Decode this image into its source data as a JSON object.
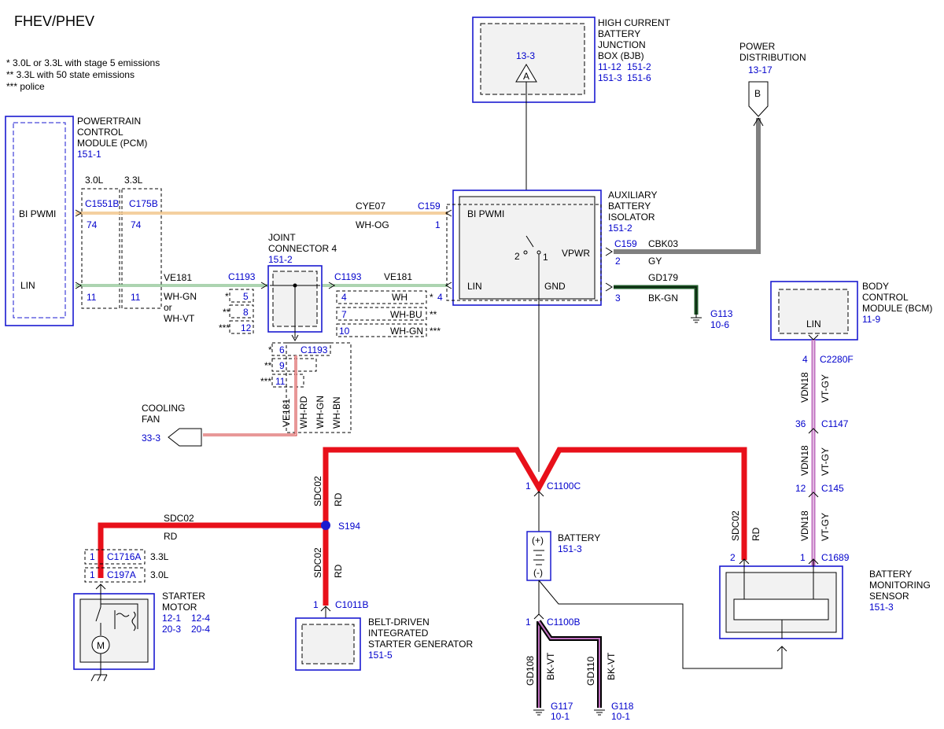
{
  "title": "FHEV/PHEV",
  "notes": [
    "*   3.0L or 3.3L with stage 5 emissions",
    "**  3.3L with 50 state emissions",
    "*** police"
  ],
  "pcm": {
    "name1": "POWERTRAIN",
    "name2": "CONTROL",
    "name3": "MODULE (PCM)",
    "ref": "151-1",
    "pin1": "BI PWMI",
    "pin2": "LIN",
    "engine_a": "3.0L",
    "engine_b": "3.3L",
    "conn_a": "C1551B",
    "conn_b": "C175B",
    "pin_a1": "74",
    "pin_b1": "74",
    "pin_a2": "11",
    "pin_b2": "11"
  },
  "bjb": {
    "name1": "HIGH CURRENT",
    "name2": "BATTERY",
    "name3": "JUNCTION",
    "name4": "BOX (BJB)",
    "ref1": "11-12",
    "ref2": "151-2",
    "ref3": "151-3",
    "ref4": "151-6",
    "tag": "A",
    "tag_ref": "13-3"
  },
  "power_dist": {
    "name1": "POWER",
    "name2": "DISTRIBUTION",
    "ref": "13-17",
    "tag": "B"
  },
  "abi": {
    "name1": "AUXILIARY",
    "name2": "BATTERY",
    "name3": "ISOLATOR",
    "ref": "151-2",
    "pin_bipwmi": "BI PWMI",
    "pin_lin": "LIN",
    "pin_vpwr": "VPWR",
    "pin_gnd": "GND",
    "sw2": "2",
    "sw1": "1"
  },
  "wires": {
    "cye07": "CYE07",
    "wh_og": "WH-OG",
    "c159": "C159",
    "c159_pin": "1",
    "ve181": "VE181",
    "wh_gn": "WH-GN",
    "or": "or",
    "wh_vt": "WH-VT",
    "c1193": "C1193",
    "c1193_pin4": "4",
    "jc_row1_pin": "4",
    "jc_row1_col": "WH",
    "jc_row1_mark": "*",
    "jc_row2_pin": "7",
    "jc_row2_col": "WH-BU",
    "jc_row2_mark": "**",
    "jc_row3_pin": "10",
    "jc_row3_col": "WH-GN",
    "jc_row3_mark": "***",
    "pl_row1_pin": "5",
    "pl_row1_mark": "*",
    "pl_row2_pin": "8",
    "pl_row2_mark": "**",
    "pl_row3_pin": "12",
    "pl_row3_mark": "***",
    "c159b": "C159",
    "cbk03": "CBK03",
    "gy": "GY",
    "c159b_pin": "2",
    "gd179": "GD179",
    "bk_gn": "BK-GN",
    "gd179_pin": "3",
    "g113": "G113",
    "g113_ref": "10-6",
    "fan_row1_pin": "6",
    "fan_row1_mark": "*",
    "fan_row2_pin": "9",
    "fan_row2_mark": "**",
    "fan_row3_pin": "11",
    "fan_row3_mark": "***",
    "fan_wire1": "VE181",
    "fan_wire2": "WH-RD",
    "fan_wire3": "WH-GN",
    "fan_wire4": "WH-BN",
    "sdc02": "SDC02",
    "rd": "RD",
    "s194": "S194",
    "c1100c": "C1100C",
    "c1100c_pin": "1",
    "c1011b": "C1011B",
    "c1011b_pin": "1",
    "c1716a": "C1716A",
    "c197a": "C197A",
    "c1716a_pin": "1",
    "c197a_pin": "1",
    "e33": "3.3L",
    "e30": "3.0L",
    "c1100b": "C1100B",
    "c1100b_pin": "1",
    "gd108": "GD108",
    "bk_vt": "BK-VT",
    "gd110": "GD110",
    "bk_vt2": "BK-VT",
    "g117": "G117",
    "g117_ref": "10-1",
    "g118": "G118",
    "g118_ref": "10-1",
    "vdn18": "VDN18",
    "vt_gy": "VT-GY",
    "c2280f": "C2280F",
    "c2280f_pin": "4",
    "c1147": "C1147",
    "c1147_pin": "36",
    "c145": "C145",
    "c145_pin": "12",
    "c1689": "C1689",
    "c1689_pin": "1",
    "bms_pin2": "2"
  },
  "joint": {
    "name1": "JOINT",
    "name2": "CONNECTOR 4",
    "ref": "151-2"
  },
  "fan": {
    "name1": "COOLING",
    "name2": "FAN",
    "ref": "33-3"
  },
  "bcm": {
    "name1": "BODY",
    "name2": "CONTROL",
    "name3": "MODULE (BCM)",
    "ref": "11-9",
    "pin": "LIN"
  },
  "battery": {
    "name": "BATTERY",
    "ref": "151-3",
    "plus": "(+)",
    "minus": "(-)"
  },
  "bms": {
    "name1": "BATTERY",
    "name2": "MONITORING",
    "name3": "SENSOR",
    "ref": "151-3"
  },
  "bisg": {
    "name1": "BELT-DRIVEN",
    "name2": "INTEGRATED",
    "name3": "STARTER GENERATOR",
    "ref": "151-5"
  },
  "starter": {
    "name1": "STARTER",
    "name2": "MOTOR",
    "ref1": "12-1",
    "ref2": "12-4",
    "ref3": "20-3",
    "ref4": "20-4",
    "m": "M"
  },
  "colors": {
    "blue": "#1a1ad0",
    "red": "#e8101a",
    "gray": "#808080",
    "green": "#1e5a28",
    "violet": "#c070c0"
  }
}
